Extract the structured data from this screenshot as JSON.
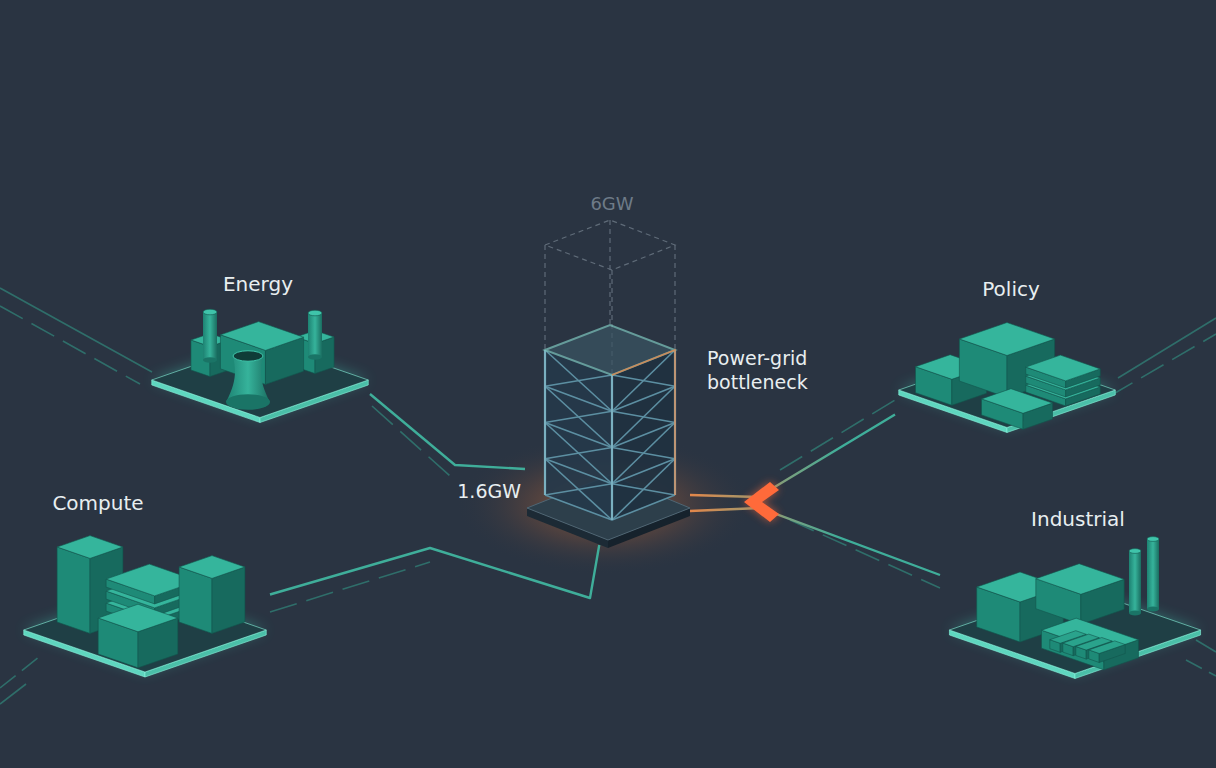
{
  "diagram": {
    "nodes": [
      {
        "text": [
          "Energy"
        ]
      },
      {
        "text": [
          "6GW",
          "1.6GW",
          "Power-grid bottleneck"
        ]
      },
      {
        "text": [
          "Policy"
        ]
      },
      {
        "text": [
          "Compute"
        ]
      },
      {
        "text": [
          "Industrial"
        ]
      }
    ],
    "edges": [
      {
        "from": 0,
        "to": 1,
        "arrow": "none"
      },
      {
        "from": 3,
        "to": 1,
        "arrow": "none"
      },
      {
        "from": 1,
        "to": 2,
        "arrow": "none"
      },
      {
        "from": 1,
        "to": 4,
        "arrow": "none"
      }
    ]
  }
}
